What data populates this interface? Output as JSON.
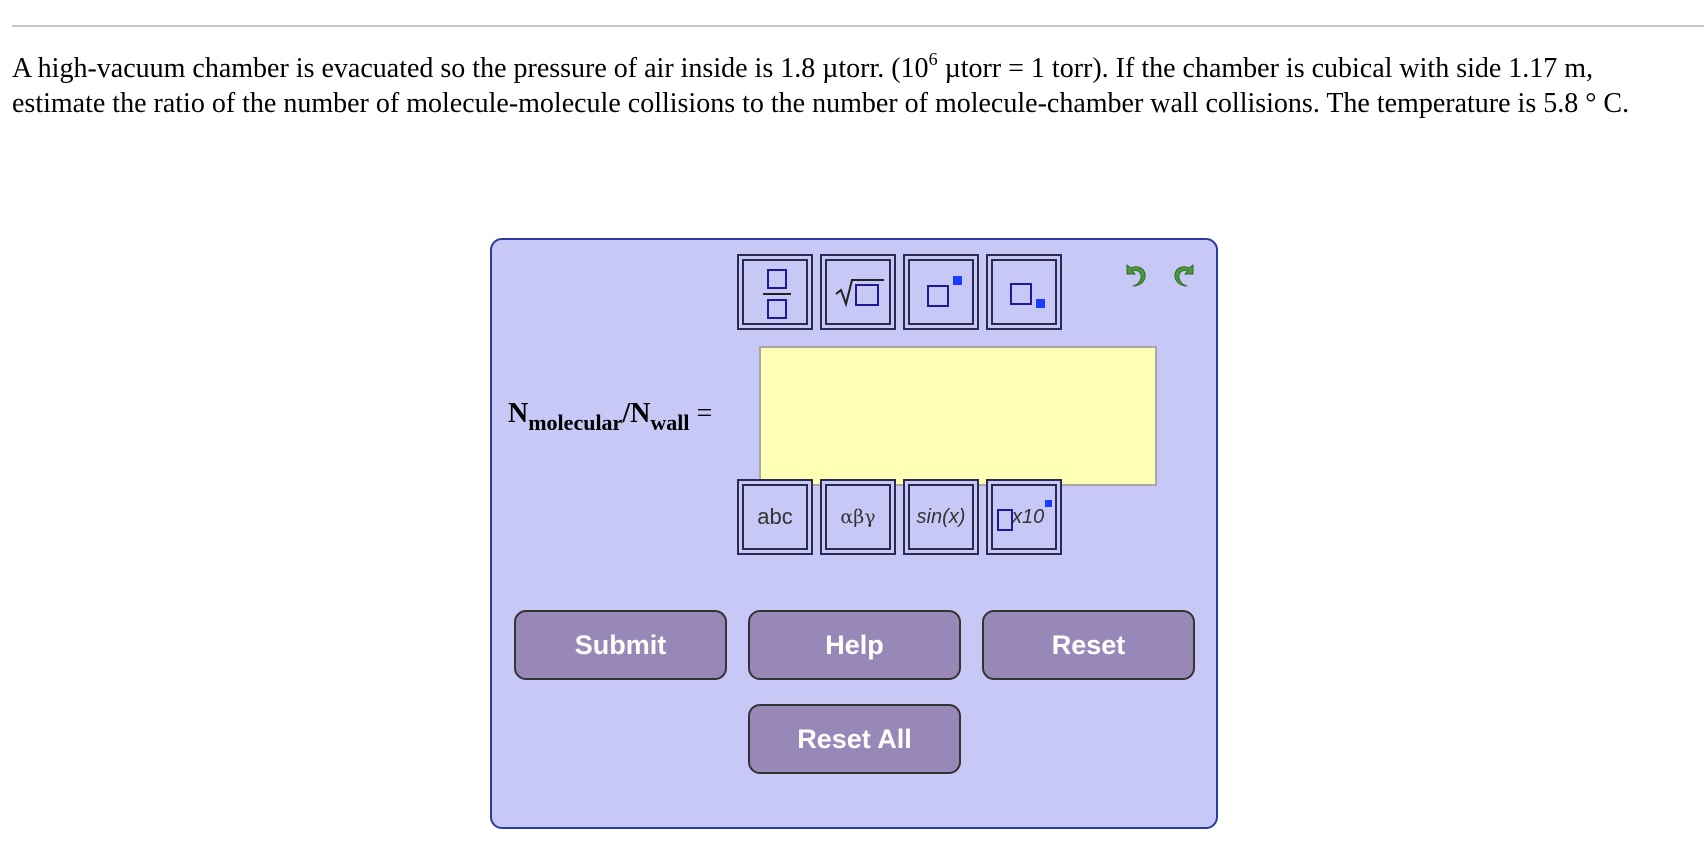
{
  "question": {
    "part1": "A high-vacuum chamber is evacuated so the pressure of air inside is 1.8 µtorr. (10",
    "exp": "6",
    "part2": " µtorr = 1 torr). If the chamber is cubical with side 1.17 m, estimate the ratio of the number of molecule-molecule collisions to the number of molecule-chamber wall collisions. The temperature is 5.8 ° C."
  },
  "toolbar_top": [
    {
      "name": "fraction-template",
      "icon": "fraction-icon"
    },
    {
      "name": "square-root-template",
      "icon": "sqrt-icon"
    },
    {
      "name": "superscript-template",
      "icon": "superscript-icon"
    },
    {
      "name": "subscript-template",
      "icon": "subscript-icon"
    }
  ],
  "toolbar_bottom": {
    "text_label": "abc",
    "greek_label": "αβγ",
    "function_label": "sin(x)",
    "sci_label": "x10"
  },
  "history": {
    "undo_icon": "undo-icon",
    "redo_icon": "redo-icon"
  },
  "answer": {
    "label_main1": "N",
    "label_sub1": "molecular",
    "label_slash": "/N",
    "label_sub2": "wall",
    "label_eq": " =",
    "value": ""
  },
  "buttons": {
    "submit": "Submit",
    "help": "Help",
    "reset": "Reset",
    "reset_all": "Reset All"
  },
  "colors": {
    "panel_bg": "#c8c8f6",
    "panel_border": "#2a3aa0",
    "answer_bg": "#ffffb6",
    "button_bg": "#9888b8",
    "placeholder_blue": "#1a3cff",
    "undo_green": "#4a9a3a"
  }
}
